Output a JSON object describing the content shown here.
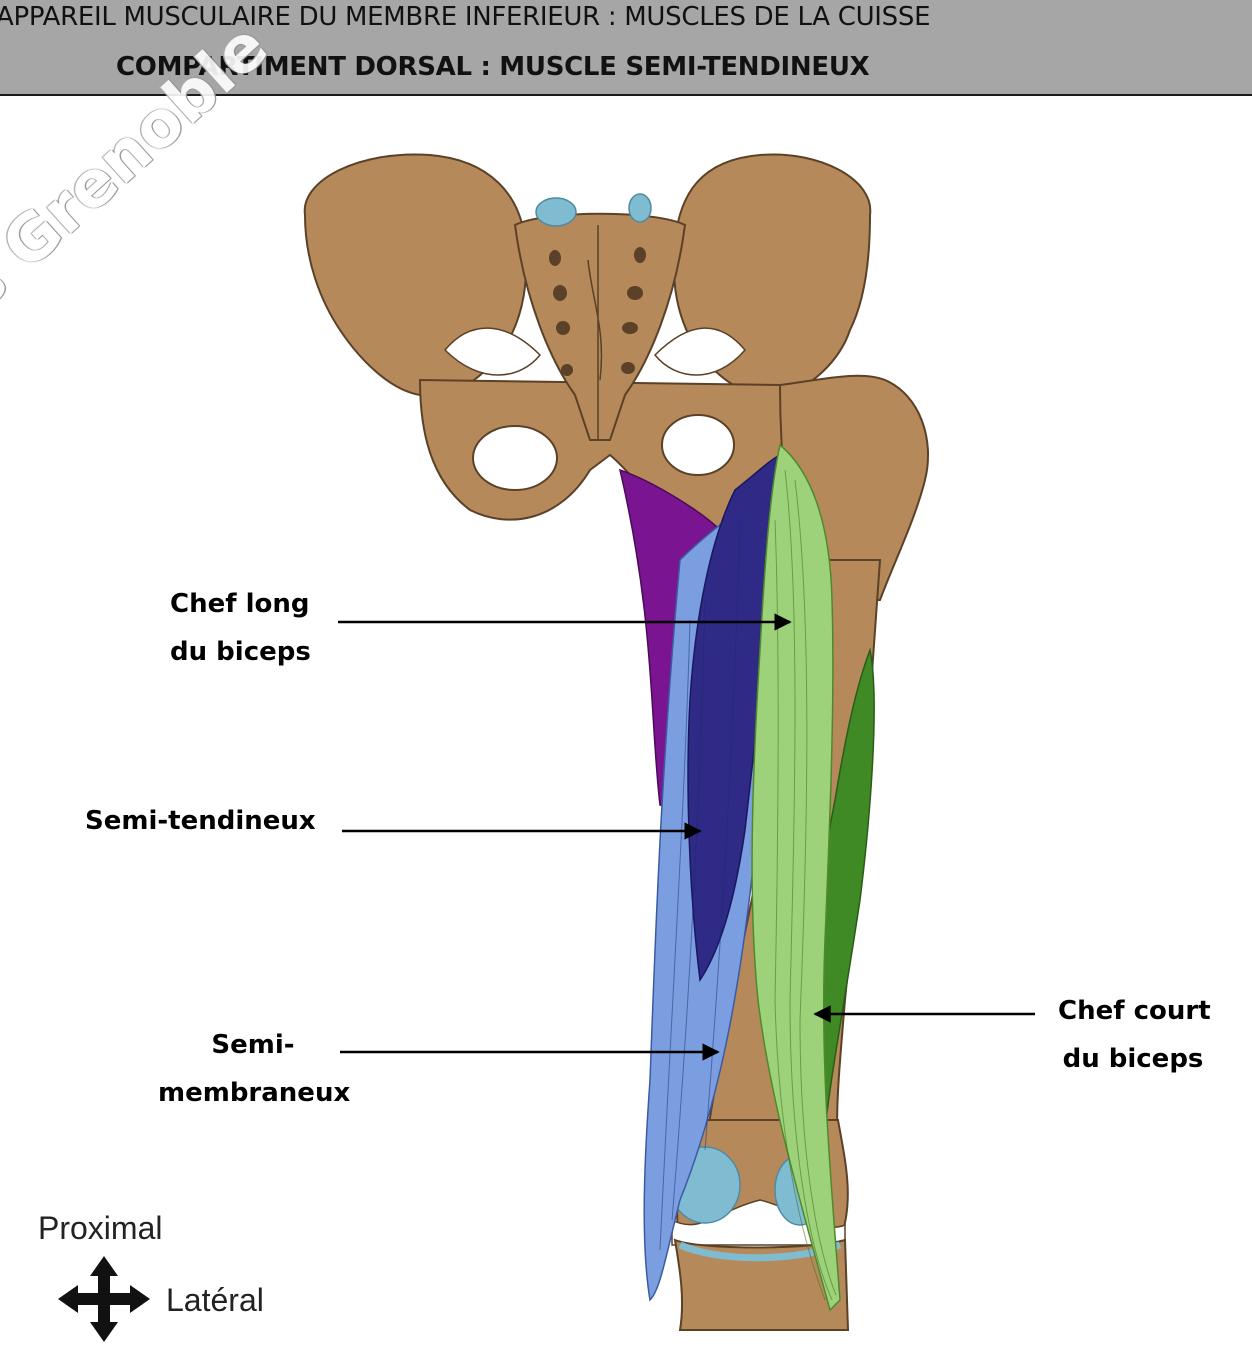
{
  "header": {
    "title": "APPAREIL MUSCULAIRE DU MEMBRE INFERIEUR : MUSCLES DE LA CUISSE",
    "subtitle": "COMPARTIMENT DORSAL : MUSCLE SEMI-TENDINEUX"
  },
  "watermark": "us Grenoble",
  "labels": {
    "chef_long": [
      "Chef long",
      "du biceps"
    ],
    "semi_tendineux": [
      "Semi-tendineux"
    ],
    "semi_membraneux": [
      "Semi-",
      "membraneux"
    ],
    "chef_court": [
      "Chef court",
      "du biceps"
    ]
  },
  "orientation": {
    "proximal": "Proximal",
    "lateral": "Latéral"
  },
  "colors": {
    "bone": "#b5895a",
    "bone_outline": "#5a4127",
    "cartilage": "#7fbcd2",
    "semi_tendineux": "#2e2a85",
    "semi_membraneux": "#7b9ee0",
    "chef_long_biceps": "#9ed27a",
    "chef_court_biceps": "#3f8a24",
    "adductor": "#7a1490",
    "header_bg": "#a6a6a6"
  }
}
